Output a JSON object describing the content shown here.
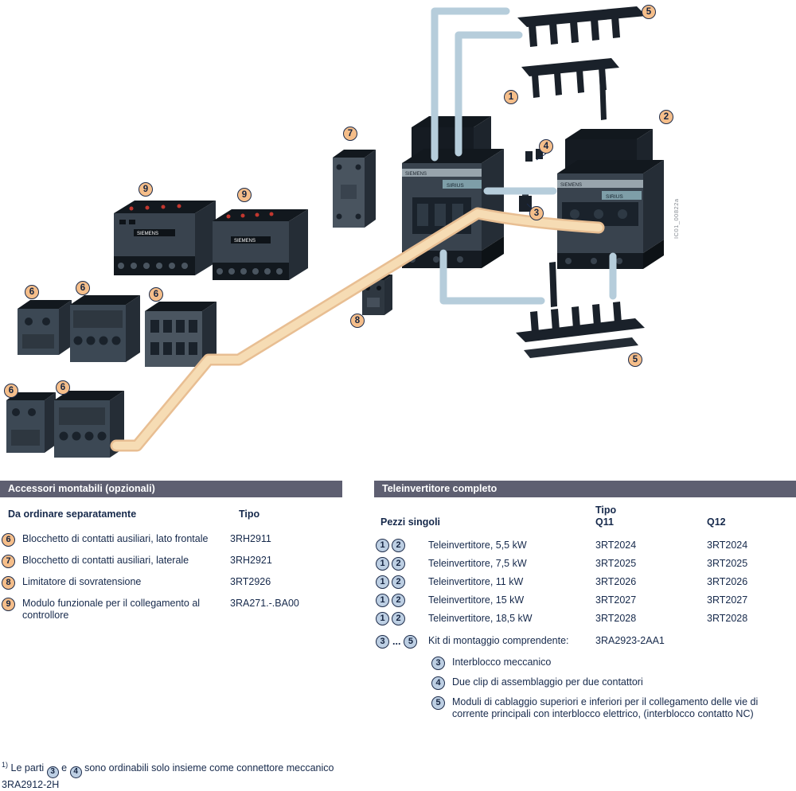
{
  "diagram": {
    "callouts": [
      "5",
      "7",
      "9",
      "9",
      "1",
      "2",
      "4",
      "3",
      "6",
      "6",
      "6",
      "8",
      "6",
      "6",
      "5"
    ],
    "brand_label": "SIEMENS",
    "series_label": "SIRIUS",
    "figure_id": "IC01_00822a",
    "colors": {
      "callout_fill": "#F5BE8A",
      "table_circle_fill": "#BDCFE3",
      "header_bar": "#5E5F71",
      "text_navy": "#16294B",
      "wire_blue": "#B6CDDB",
      "wire_tan": "#F3D2A6",
      "device_body": "#39434E"
    }
  },
  "accessories_table": {
    "title": "Accessori montabili (opzionali)",
    "col_item": "Da ordinare separatamente",
    "col_type": "Tipo",
    "rows": [
      {
        "n": "6",
        "label": "Blocchetto di contatti ausiliari, lato frontale",
        "type": "3RH2911"
      },
      {
        "n": "7",
        "label": "Blocchetto di contatti ausiliari, laterale",
        "type": "3RH2921"
      },
      {
        "n": "8",
        "label": "Limitatore di sovratensione",
        "type": "3RT2926"
      },
      {
        "n": "9",
        "label": "Modulo funzionale per il collegamento al controllore",
        "type": "3RA271.-.BA00"
      }
    ]
  },
  "inverter_table": {
    "title": "Teleinvertitore completo",
    "col_items": "Pezzi singoli",
    "col_type": "Tipo",
    "col_q11": "Q11",
    "col_q12": "Q12",
    "rows": [
      {
        "n1": "1",
        "n2": "2",
        "label": "Teleinvertitore, 5,5 kW",
        "q11": "3RT2024",
        "q12": "3RT2024"
      },
      {
        "n1": "1",
        "n2": "2",
        "label": "Teleinvertitore, 7,5 kW",
        "q11": "3RT2025",
        "q12": "3RT2025"
      },
      {
        "n1": "1",
        "n2": "2",
        "label": "Teleinvertitore, 11 kW",
        "q11": "3RT2026",
        "q12": "3RT2026"
      },
      {
        "n1": "1",
        "n2": "2",
        "label": "Teleinvertitore, 15 kW",
        "q11": "3RT2027",
        "q12": "3RT2027"
      },
      {
        "n1": "1",
        "n2": "2",
        "label": "Teleinvertitore, 18,5 kW",
        "q11": "3RT2028",
        "q12": "3RT2028"
      }
    ],
    "kit": {
      "n_from": "3",
      "dots": "...",
      "n_to": "5",
      "label": "Kit di montaggio comprendente:",
      "type": "3RA2923-2AA1"
    },
    "kit_items": [
      {
        "n": "3",
        "label": "Interblocco meccanico"
      },
      {
        "n": "4",
        "label": "Due clip di assemblaggio per due contattori"
      },
      {
        "n": "5",
        "label": "Moduli di cablaggio superiori e inferiori per il collegamento delle vie di corrente principali con interblocco elettrico, (interblocco contatto NC)"
      }
    ]
  },
  "footnote": {
    "sup": "1)",
    "t1": "Le parti",
    "n1": "3",
    "t2": "e",
    "n2": "4",
    "t3": "sono ordinabili solo insieme come connettore meccanico 3RA2912-2H"
  }
}
